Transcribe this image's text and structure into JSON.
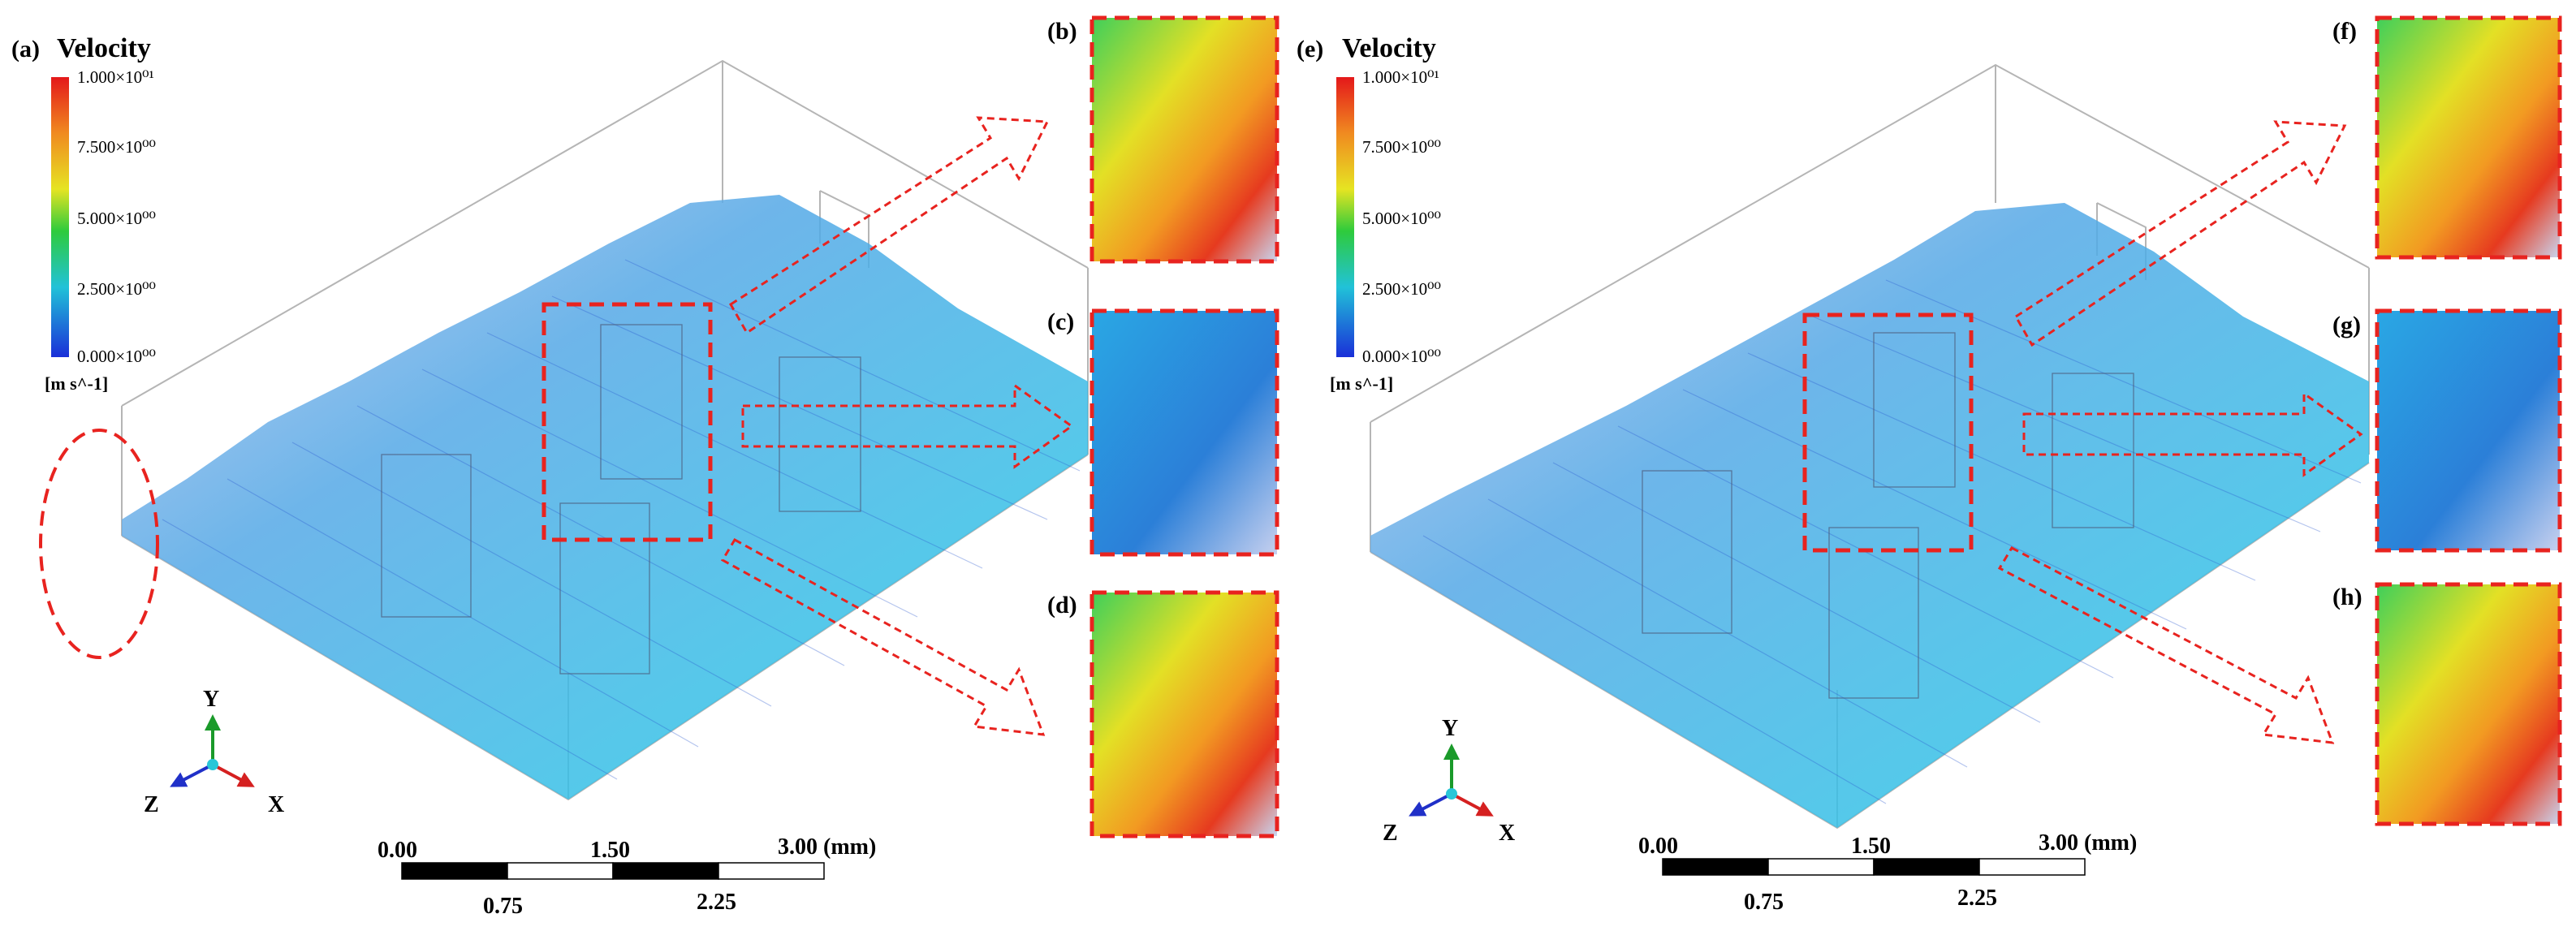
{
  "panels": [
    {
      "label": "(a)",
      "title": "Velocity",
      "unit": "[m s^-1]",
      "colorbar": {
        "ticks": [
          "1.000×10⁰¹",
          "7.500×10⁰⁰",
          "5.000×10⁰⁰",
          "2.500×10⁰⁰",
          "0.000×10⁰⁰"
        ]
      },
      "axes": {
        "y": "Y",
        "z": "Z",
        "x": "X"
      },
      "scale": {
        "top": [
          "0.00",
          "1.50",
          "3.00 (mm)"
        ],
        "bottom": [
          "0.75",
          "2.25"
        ]
      },
      "insets": [
        "(b)",
        "(c)",
        "(d)"
      ]
    },
    {
      "label": "(e)",
      "title": "Velocity",
      "unit": "[m s^-1]",
      "colorbar": {
        "ticks": [
          "1.000×10⁰¹",
          "7.500×10⁰⁰",
          "5.000×10⁰⁰",
          "2.500×10⁰⁰",
          "0.000×10⁰⁰"
        ]
      },
      "axes": {
        "y": "Y",
        "z": "Z",
        "x": "X"
      },
      "scale": {
        "top": [
          "0.00",
          "1.50",
          "3.00 (mm)"
        ],
        "bottom": [
          "0.75",
          "2.25"
        ]
      },
      "insets": [
        "(f)",
        "(g)",
        "(h)"
      ]
    }
  ],
  "colors": {
    "highlight": "#e8231f",
    "vector_slow": "#3b4fd6",
    "vector_mid": "#1fb6e8",
    "vector_fast": "#e8231f",
    "domain_edge": "#b0b0b0"
  }
}
